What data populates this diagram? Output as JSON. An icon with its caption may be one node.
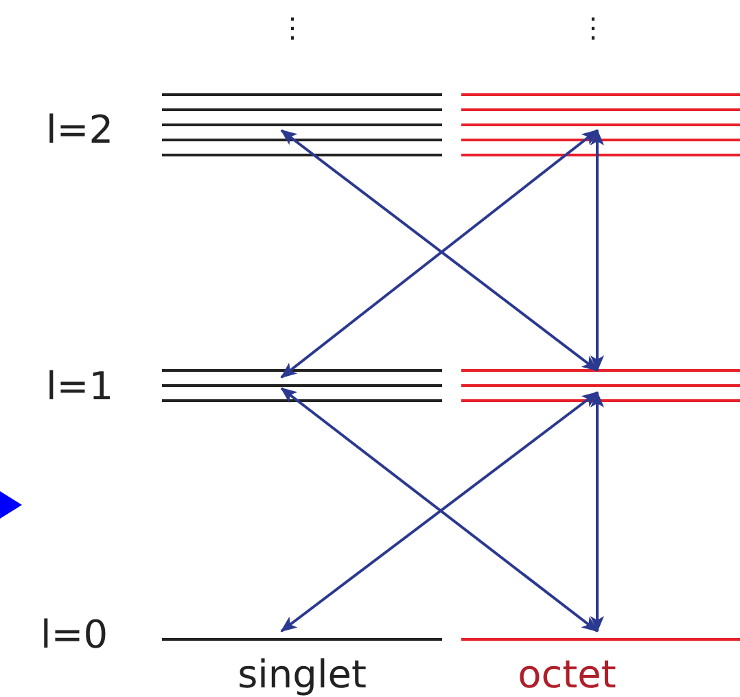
{
  "diagram": {
    "nodes": [
      {
        "text": [],
        "shape": "bar"
      },
      {
        "text": [],
        "shape": "bar"
      },
      {
        "text": [],
        "shape": "bar"
      },
      {
        "text": [],
        "shape": "bar"
      },
      {
        "text": [],
        "shape": "bar"
      },
      {
        "text": [],
        "shape": "bar"
      }
    ],
    "edges": [
      {
        "from": 0,
        "to": 3,
        "arrow": "both"
      },
      {
        "from": 1,
        "to": 2,
        "arrow": "both"
      },
      {
        "from": 1,
        "to": 3,
        "arrow": "both"
      },
      {
        "from": 2,
        "to": 5,
        "arrow": "both"
      },
      {
        "from": 3,
        "to": 4,
        "arrow": "both"
      },
      {
        "from": 3,
        "to": 5,
        "arrow": "both"
      }
    ],
    "labels": [
      "⋮",
      "⋮",
      "l=2",
      "l=1",
      "l=0",
      "singlet",
      "octet"
    ]
  }
}
